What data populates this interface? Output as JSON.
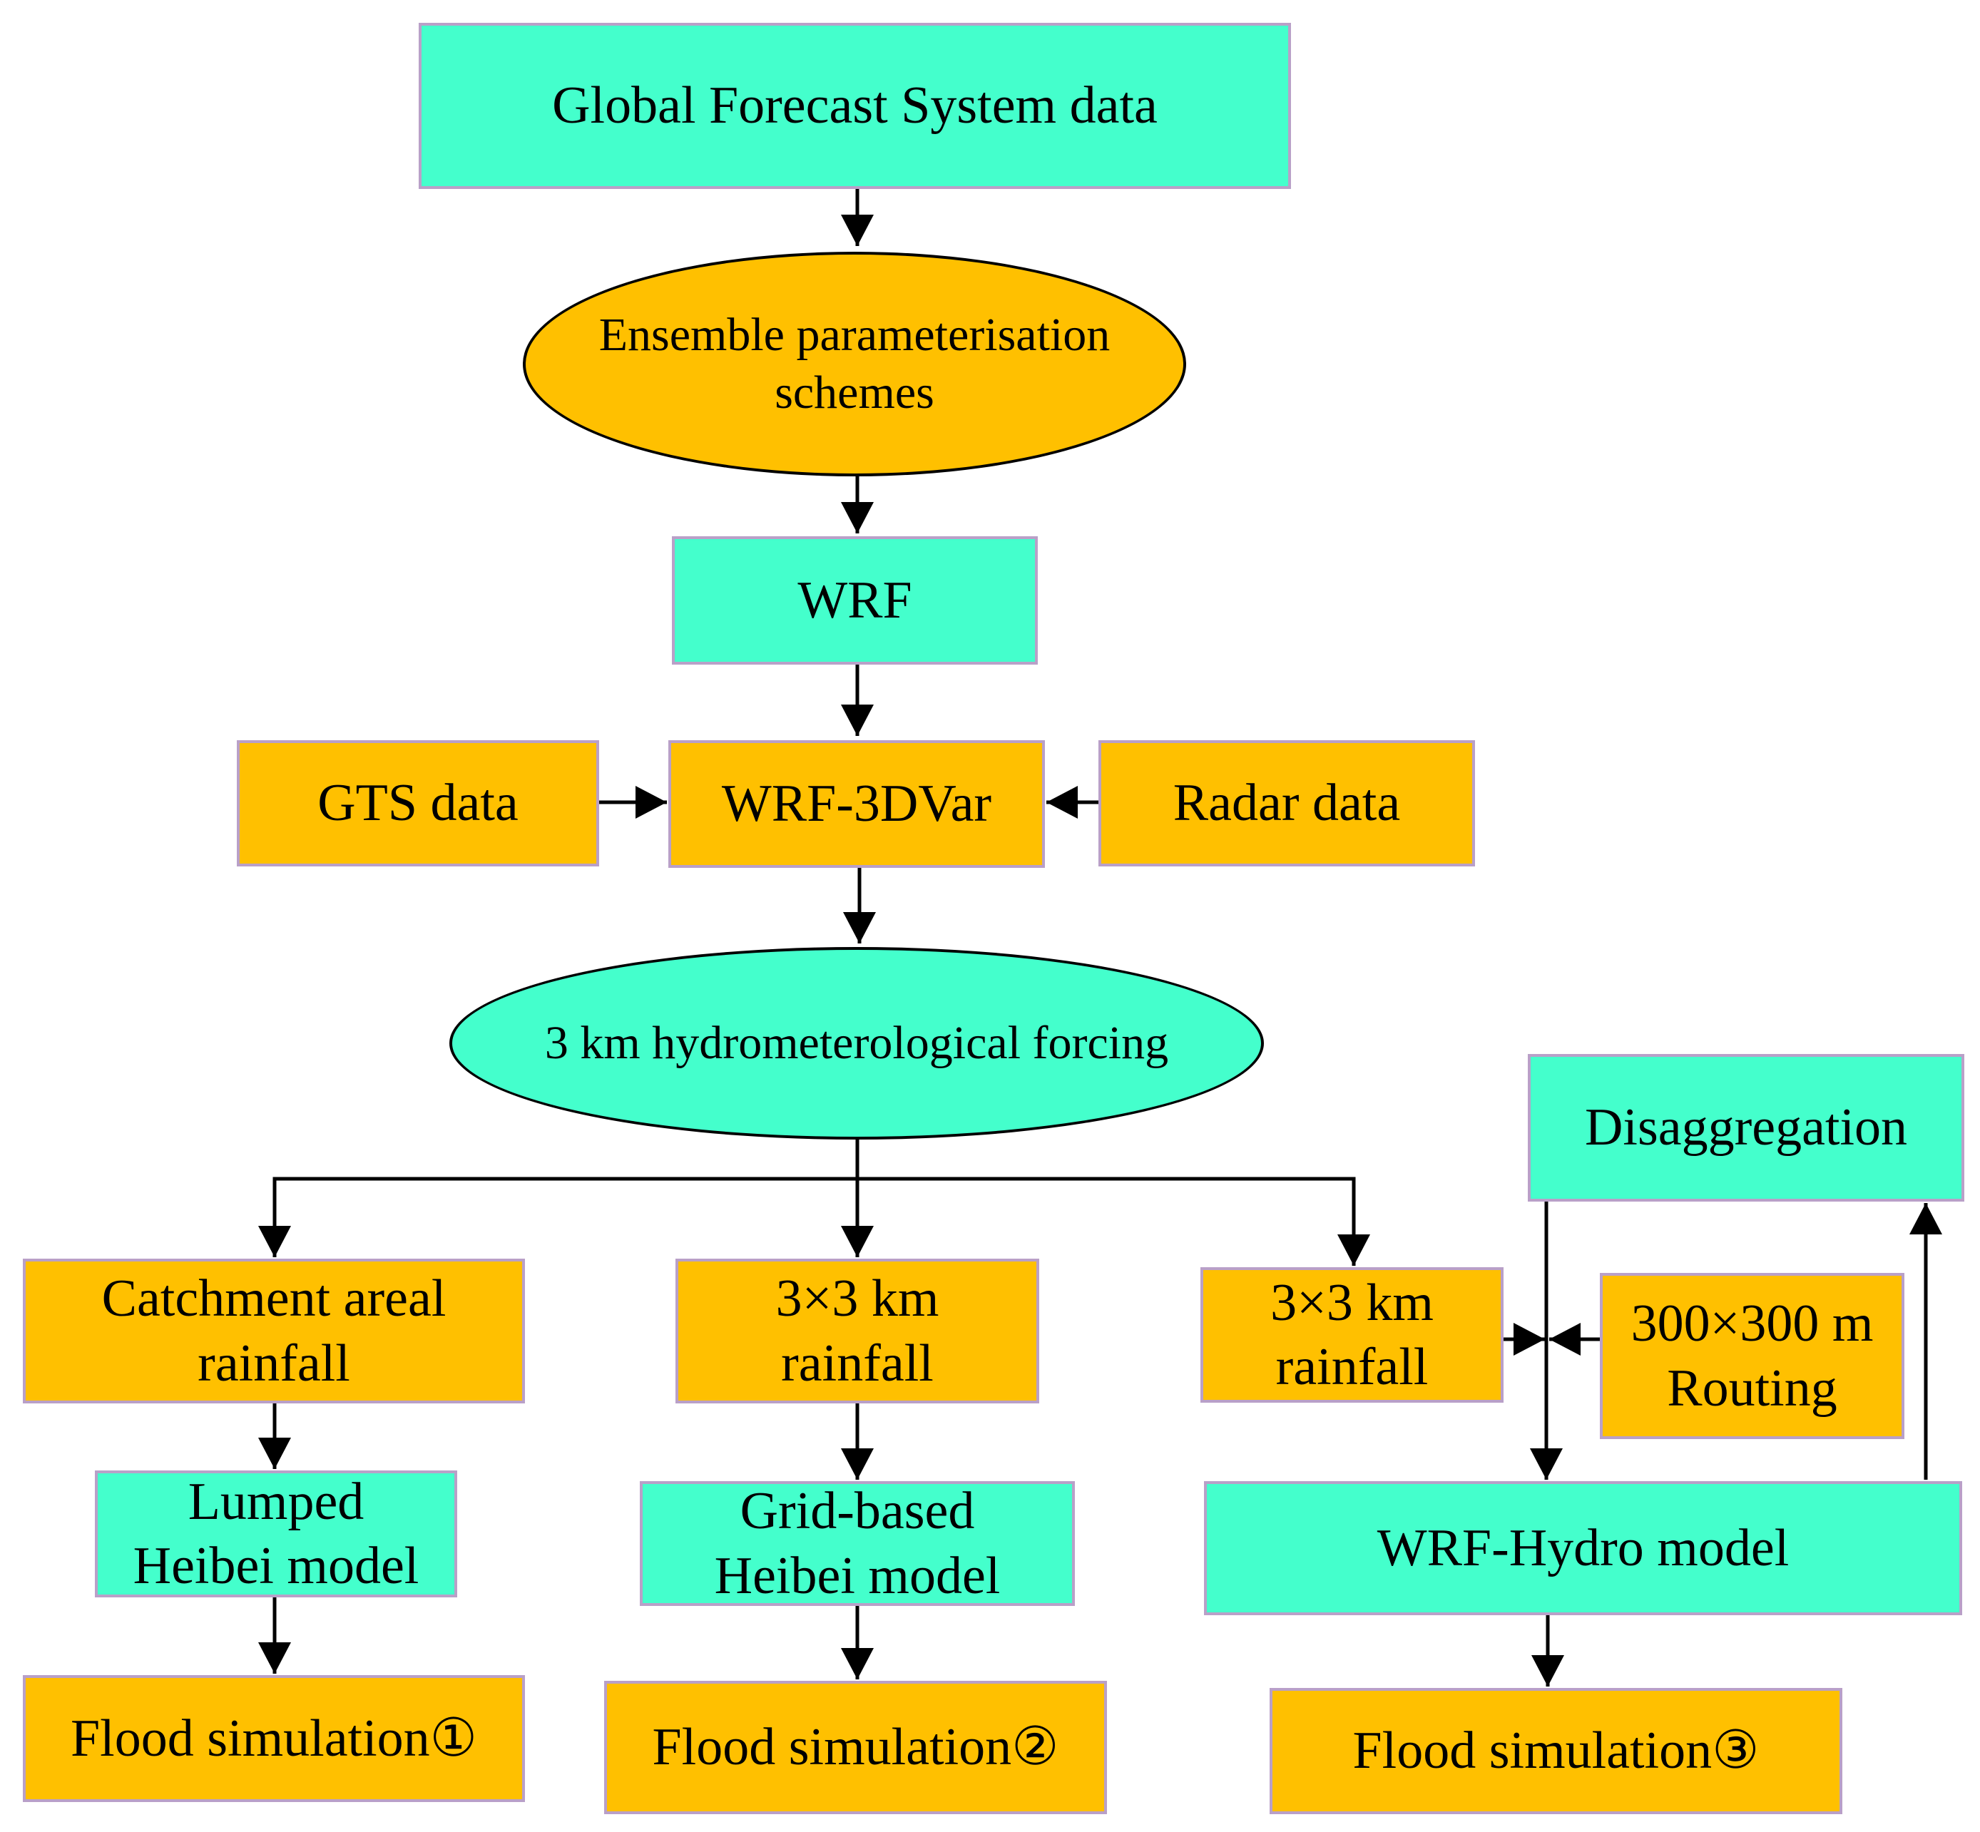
{
  "colors": {
    "cyan": "#44ffcc",
    "orange": "#ffc000",
    "box_border": "#b9a0c8",
    "line": "#000000"
  },
  "nodes": {
    "gfs": "Global Forecast System data",
    "ensemble": "Ensemble parameterisation\nschemes",
    "wrf": "WRF",
    "gts": "GTS data",
    "wrf3dvar": "WRF-3DVar",
    "radar": "Radar data",
    "forcing": "3 km hydrometerological forcing",
    "disaggregation": "Disaggregation",
    "catchment": "Catchment areal\nrainfall",
    "rain3_mid": "3×3 km\nrainfall",
    "rain3_right": "3×3 km\nrainfall",
    "routing": "300×300 m\nRouting",
    "lumped": "Lumped\nHeibei model",
    "gridbased": "Grid-based\nHeibei model",
    "wrfhydro": "WRF-Hydro model",
    "flood1": "Flood simulation①",
    "flood2": "Flood simulation②",
    "flood3": "Flood simulation③"
  }
}
